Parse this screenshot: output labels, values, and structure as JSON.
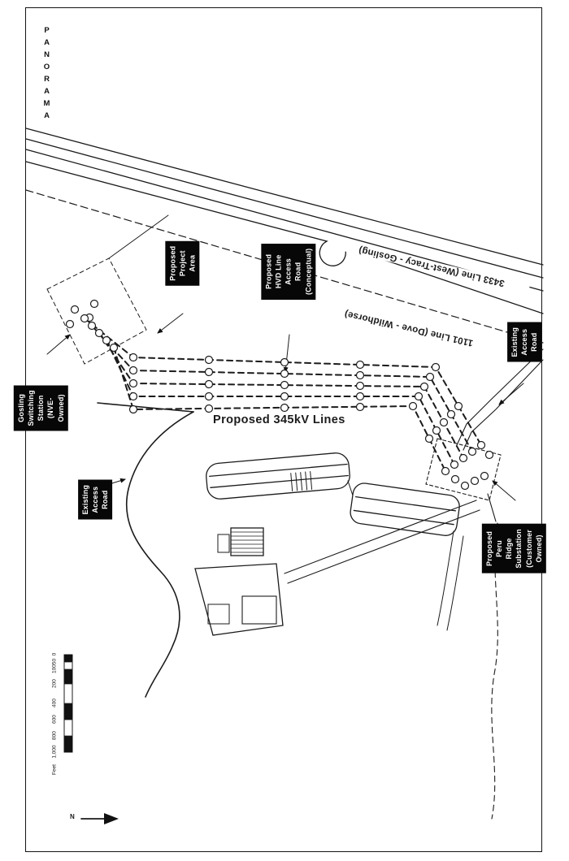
{
  "page": {
    "sheet_title": "PANORAMA"
  },
  "map_labels": {
    "proposed_project_area": "Proposed Project Area",
    "proposed_hvd_access_road": "Proposed HVD Line\nAccess Road (Conceptual)",
    "existing_access_road_east": "Existing Access Road",
    "gosling_switching_station": "Gosling Switching\nStation (NVE-Owned)",
    "existing_access_road_west": "Existing Access Road",
    "peru_ridge_substation": "Proposed Peru\nRidge Substation\n(Customer Owned)",
    "line_3433": "3433 Line (West-Tracy - Gosling)",
    "line_1101": "1101 Line (Dove - Wildhorse)",
    "proposed_345kv_lines": "Proposed 345kV Lines"
  },
  "scale_bar": {
    "ticks": [
      "0",
      "50",
      "100",
      "200",
      "400",
      "600",
      "800",
      "1,000"
    ],
    "unit": "Feet"
  },
  "north_arrow": {
    "label": "N"
  },
  "colors": {
    "ink": "#1b1b1b",
    "paper": "#ffffff"
  }
}
